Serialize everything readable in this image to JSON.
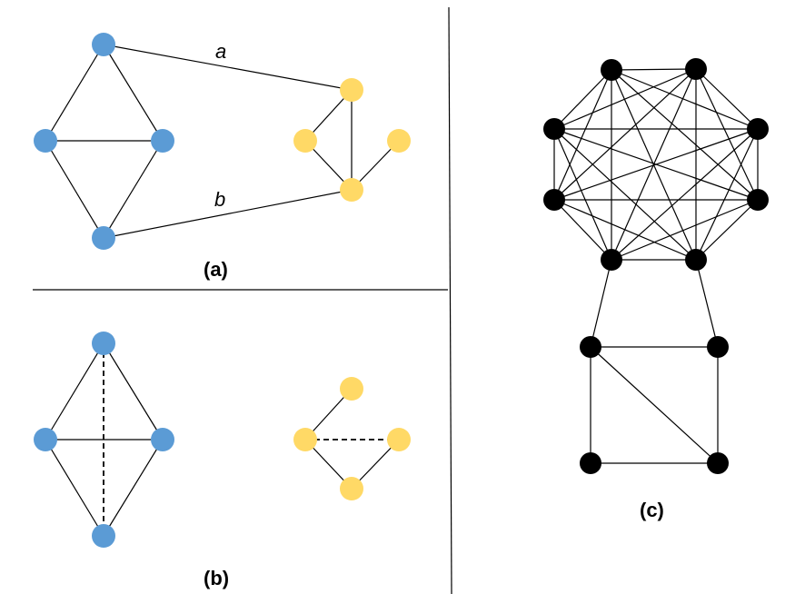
{
  "colors": {
    "blue_node": "#5B9BD5",
    "yellow_node": "#FFD966",
    "black_node": "#000000",
    "edge": "#000000",
    "divider": "#000000"
  },
  "panels": {
    "a": {
      "label": "(a)",
      "edge_labels": {
        "a": "a",
        "b": "b"
      }
    },
    "b": {
      "label": "(b)"
    },
    "c": {
      "label": "(c)"
    }
  }
}
